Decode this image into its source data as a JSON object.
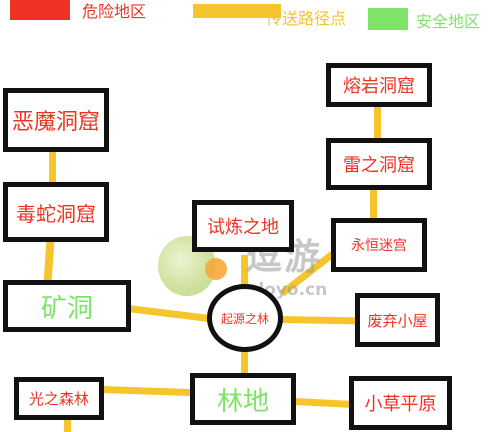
{
  "legend": {
    "danger": {
      "label": "危险地区",
      "color": "#ee3325"
    },
    "teleport": {
      "label": "传送路径点",
      "color": "#f6c42c"
    },
    "safe": {
      "label": "安全地区",
      "color": "#7fe36a"
    }
  },
  "nodes": {
    "demon_cave": {
      "label": "恶魔洞窟",
      "zone": "danger"
    },
    "snake_cave": {
      "label": "毒蛇洞窟",
      "zone": "danger"
    },
    "mine_cave": {
      "label": "矿洞",
      "zone": "safe"
    },
    "light_forest": {
      "label": "光之森林",
      "zone": "danger"
    },
    "trial_land": {
      "label": "试炼之地",
      "zone": "danger"
    },
    "origin_forest": {
      "label": "起源之林",
      "zone": "danger"
    },
    "woodland": {
      "label": "林地",
      "zone": "safe"
    },
    "lava_cave": {
      "label": "熔岩洞窟",
      "zone": "danger"
    },
    "thunder_cave": {
      "label": "雷之洞窟",
      "zone": "danger"
    },
    "eternal_maze": {
      "label": "永恒迷宫",
      "zone": "danger"
    },
    "abandoned_hut": {
      "label": "废弃小屋",
      "zone": "danger"
    },
    "grass_plain": {
      "label": "小草平原",
      "zone": "danger"
    }
  },
  "watermark": {
    "text_cn": "逗游",
    "text_en": "doyo.cn"
  },
  "colors": {
    "border": "#111111",
    "background": "#ffffff"
  }
}
